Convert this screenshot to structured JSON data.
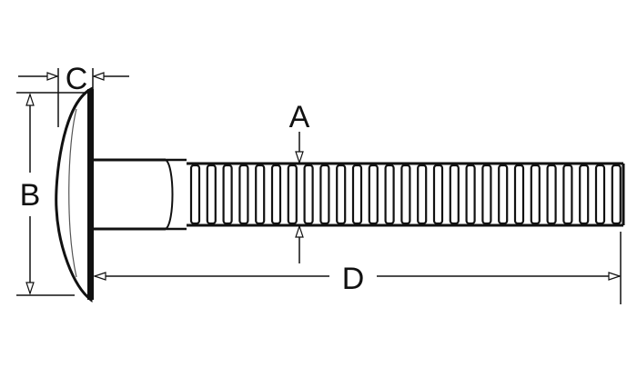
{
  "diagram": {
    "labels": {
      "a": "A",
      "b": "B",
      "c": "C",
      "d": "D"
    },
    "colors": {
      "line": "#111111",
      "fill": "#ffffff"
    }
  }
}
